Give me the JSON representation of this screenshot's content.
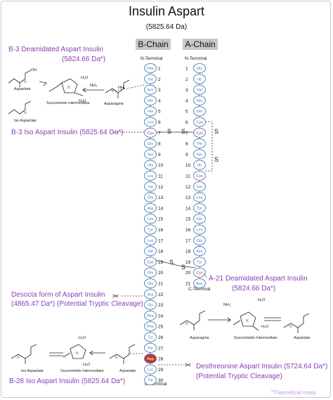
{
  "title": "Insulin Aspart",
  "mass": "(5825.64 Da)",
  "b_chain_label": "B-Chain",
  "a_chain_label": "A-Chain",
  "b_n_terminal": "N-Terminal",
  "a_n_terminal": "N-Terminal",
  "b_c_terminal": "C-Terminal",
  "a_c_terminal": "C-Terminal",
  "b_chain": [
    {
      "aa": "Phe",
      "n": "1"
    },
    {
      "aa": "Val",
      "n": "2"
    },
    {
      "aa": "Asn",
      "n": "3"
    },
    {
      "aa": "Gln",
      "n": "4"
    },
    {
      "aa": "His",
      "n": "5"
    },
    {
      "aa": "Leu",
      "n": "6"
    },
    {
      "aa": "Cys",
      "n": "7"
    },
    {
      "aa": "Gly",
      "n": "8"
    },
    {
      "aa": "Ser",
      "n": "9"
    },
    {
      "aa": "His",
      "n": "10"
    },
    {
      "aa": "Leu",
      "n": "11"
    },
    {
      "aa": "Val",
      "n": "12"
    },
    {
      "aa": "Glu",
      "n": "13"
    },
    {
      "aa": "Ala",
      "n": "14"
    },
    {
      "aa": "Leu",
      "n": "15"
    },
    {
      "aa": "Tyr",
      "n": "16"
    },
    {
      "aa": "Leu",
      "n": "17"
    },
    {
      "aa": "Val",
      "n": "18"
    },
    {
      "aa": "Cys",
      "n": "19"
    },
    {
      "aa": "Gly",
      "n": "20"
    },
    {
      "aa": "Glu",
      "n": "21"
    },
    {
      "aa": "Arg",
      "n": "22"
    },
    {
      "aa": "Gly",
      "n": "23"
    },
    {
      "aa": "Phe",
      "n": "24"
    },
    {
      "aa": "Phe",
      "n": "25"
    },
    {
      "aa": "Tyr",
      "n": "26"
    },
    {
      "aa": "Thr",
      "n": "27"
    },
    {
      "aa": "Asp",
      "n": "28"
    },
    {
      "aa": "Lys",
      "n": "29"
    },
    {
      "aa": "Thr",
      "n": "30"
    }
  ],
  "a_chain": [
    {
      "aa": "Gly",
      "n": "1"
    },
    {
      "aa": "Ile",
      "n": "2"
    },
    {
      "aa": "Val",
      "n": "3"
    },
    {
      "aa": "Glu",
      "n": "4"
    },
    {
      "aa": "Gln",
      "n": "5"
    },
    {
      "aa": "Cys",
      "n": "6"
    },
    {
      "aa": "Cys",
      "n": "7"
    },
    {
      "aa": "Thr",
      "n": "8"
    },
    {
      "aa": "Ser",
      "n": "9"
    },
    {
      "aa": "Ile",
      "n": "10"
    },
    {
      "aa": "Cys",
      "n": "11"
    },
    {
      "aa": "Ser",
      "n": "12"
    },
    {
      "aa": "Leu",
      "n": "13"
    },
    {
      "aa": "Tyr",
      "n": "14"
    },
    {
      "aa": "Gln",
      "n": "15"
    },
    {
      "aa": "Leu",
      "n": "16"
    },
    {
      "aa": "Glu",
      "n": "17"
    },
    {
      "aa": "Asn",
      "n": "18"
    },
    {
      "aa": "Tyr",
      "n": "19"
    },
    {
      "aa": "Cys",
      "n": "20"
    },
    {
      "aa": "Asn",
      "n": "21"
    }
  ],
  "s_label": "S",
  "labels": {
    "b3_deamidated": "B-3 Deamidated Aspart Insulin",
    "b3_deamidated_mass": "(5824.66 Da*)",
    "b3_iso": "B-3 Iso Aspart Insulin (5825.64 Da*)",
    "a21_deamidated": "A-21 Deamidated Aspart Insulin",
    "a21_deamidated_mass": "(5824.66 Da*)",
    "desocta_1": "Desocta form of Aspart Insulin",
    "desocta_2": "(4865.47 Da*) (Potential Tryptic Cleavage)",
    "desthreonine_1": "Desthreonine Aspart Insulin (5724.64 Da*)",
    "desthreonine_2": "(Potential Tryptic Cleavage)",
    "b28_iso": "B-28 Iso Aspart Insulin (5825.64 Da*)",
    "theoretical": "*Theoretical mass"
  },
  "chem": {
    "aspartate": "Aspartate",
    "iso_aspartate": "Iso Aspartate",
    "succinimide": "Succinimide Intermediate",
    "asparagine": "Asparagine",
    "h2o": "H₂O",
    "nh3": "NH₃",
    "oh": "OH",
    "o": "O",
    "nh2": "NH₂"
  },
  "colors": {
    "residue_stroke": "#4f79b8",
    "residue_text": "#4f79b8",
    "cys_text": "#c0392b",
    "asp_fill": "#c0392b",
    "variant_text": "#8a3fb3"
  }
}
